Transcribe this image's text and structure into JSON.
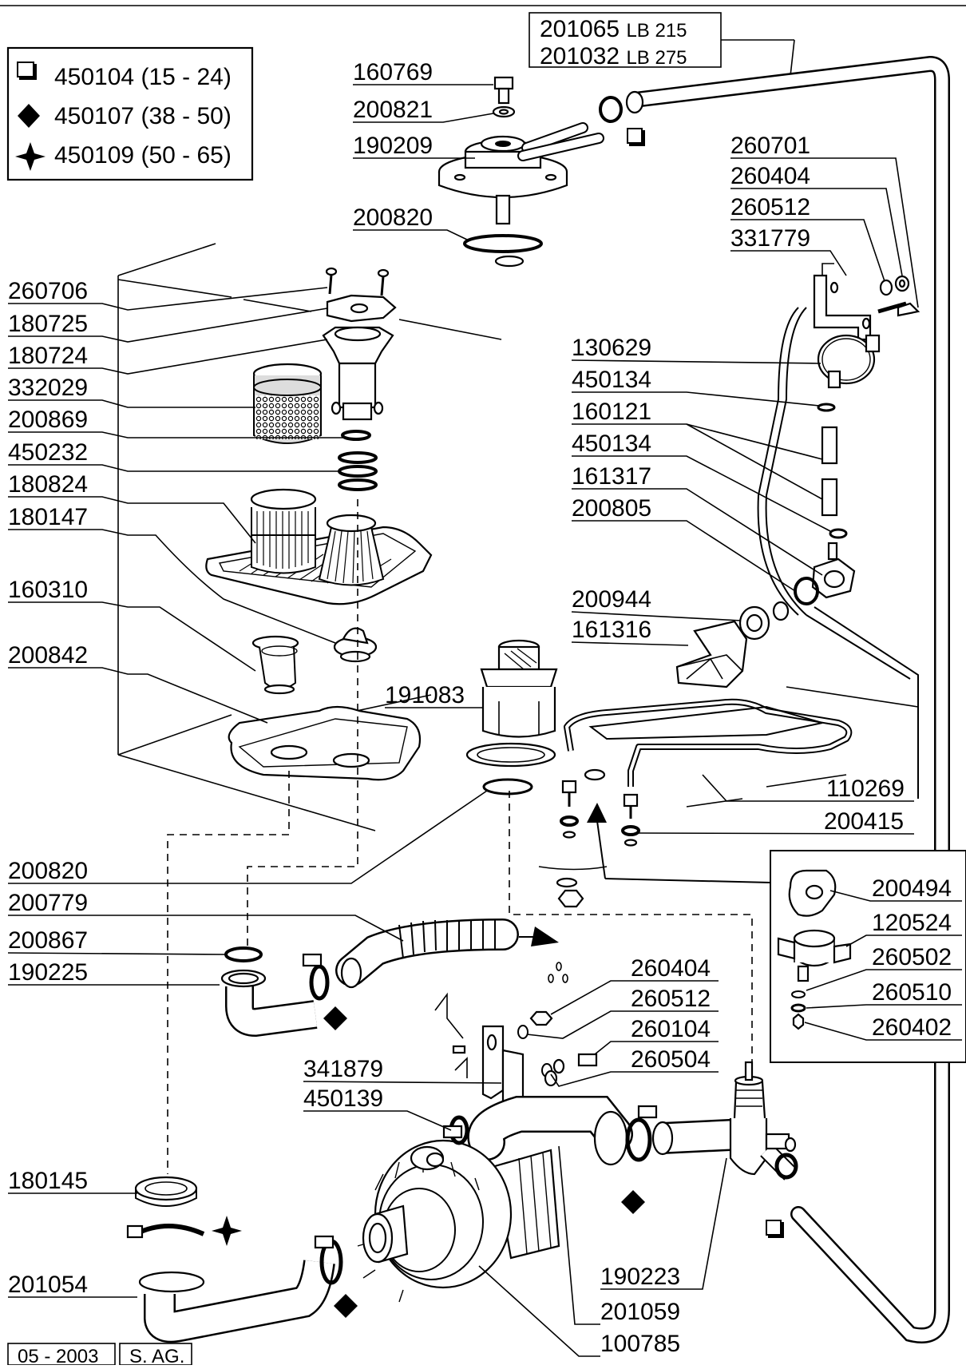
{
  "legend": [
    {
      "symbol": "square-icon",
      "code": "450104",
      "range": "(15 - 24)"
    },
    {
      "symbol": "diamond-icon",
      "code": "450107",
      "range": "(38 - 50)"
    },
    {
      "symbol": "star-icon",
      "code": "450109",
      "range": "(50 - 65)"
    }
  ],
  "hose_box": {
    "rows": [
      {
        "code": "201065",
        "suffix": "LB 215"
      },
      {
        "code": "201032",
        "suffix": "LB 275"
      }
    ]
  },
  "labels_left": [
    "260706",
    "180725",
    "180724",
    "332029",
    "200869",
    "450232",
    "180824",
    "180147",
    "160310",
    "200842",
    "200820",
    "200779",
    "200867",
    "190225",
    "180145",
    "201054"
  ],
  "labels_top_center": [
    "160769",
    "200821",
    "190209",
    "200820"
  ],
  "labels_top_right": [
    "260701",
    "260404",
    "260512",
    "331779"
  ],
  "labels_mid_right": [
    "130629",
    "450134",
    "160121",
    "450134",
    "161317",
    "200805",
    "200944",
    "161316"
  ],
  "label_191083": "191083",
  "labels_heater": [
    "110269",
    "200415"
  ],
  "labels_inset": [
    "200494",
    "120524",
    "260502",
    "260510",
    "260402"
  ],
  "labels_bracket_lower": [
    "260404",
    "260512",
    "260104",
    "260504"
  ],
  "labels_pump_left": [
    "341879",
    "450139"
  ],
  "labels_bottom_right": [
    "190223",
    "201059",
    "100785"
  ],
  "footer": {
    "date": "05 - 2003",
    "author": "S. AG."
  }
}
